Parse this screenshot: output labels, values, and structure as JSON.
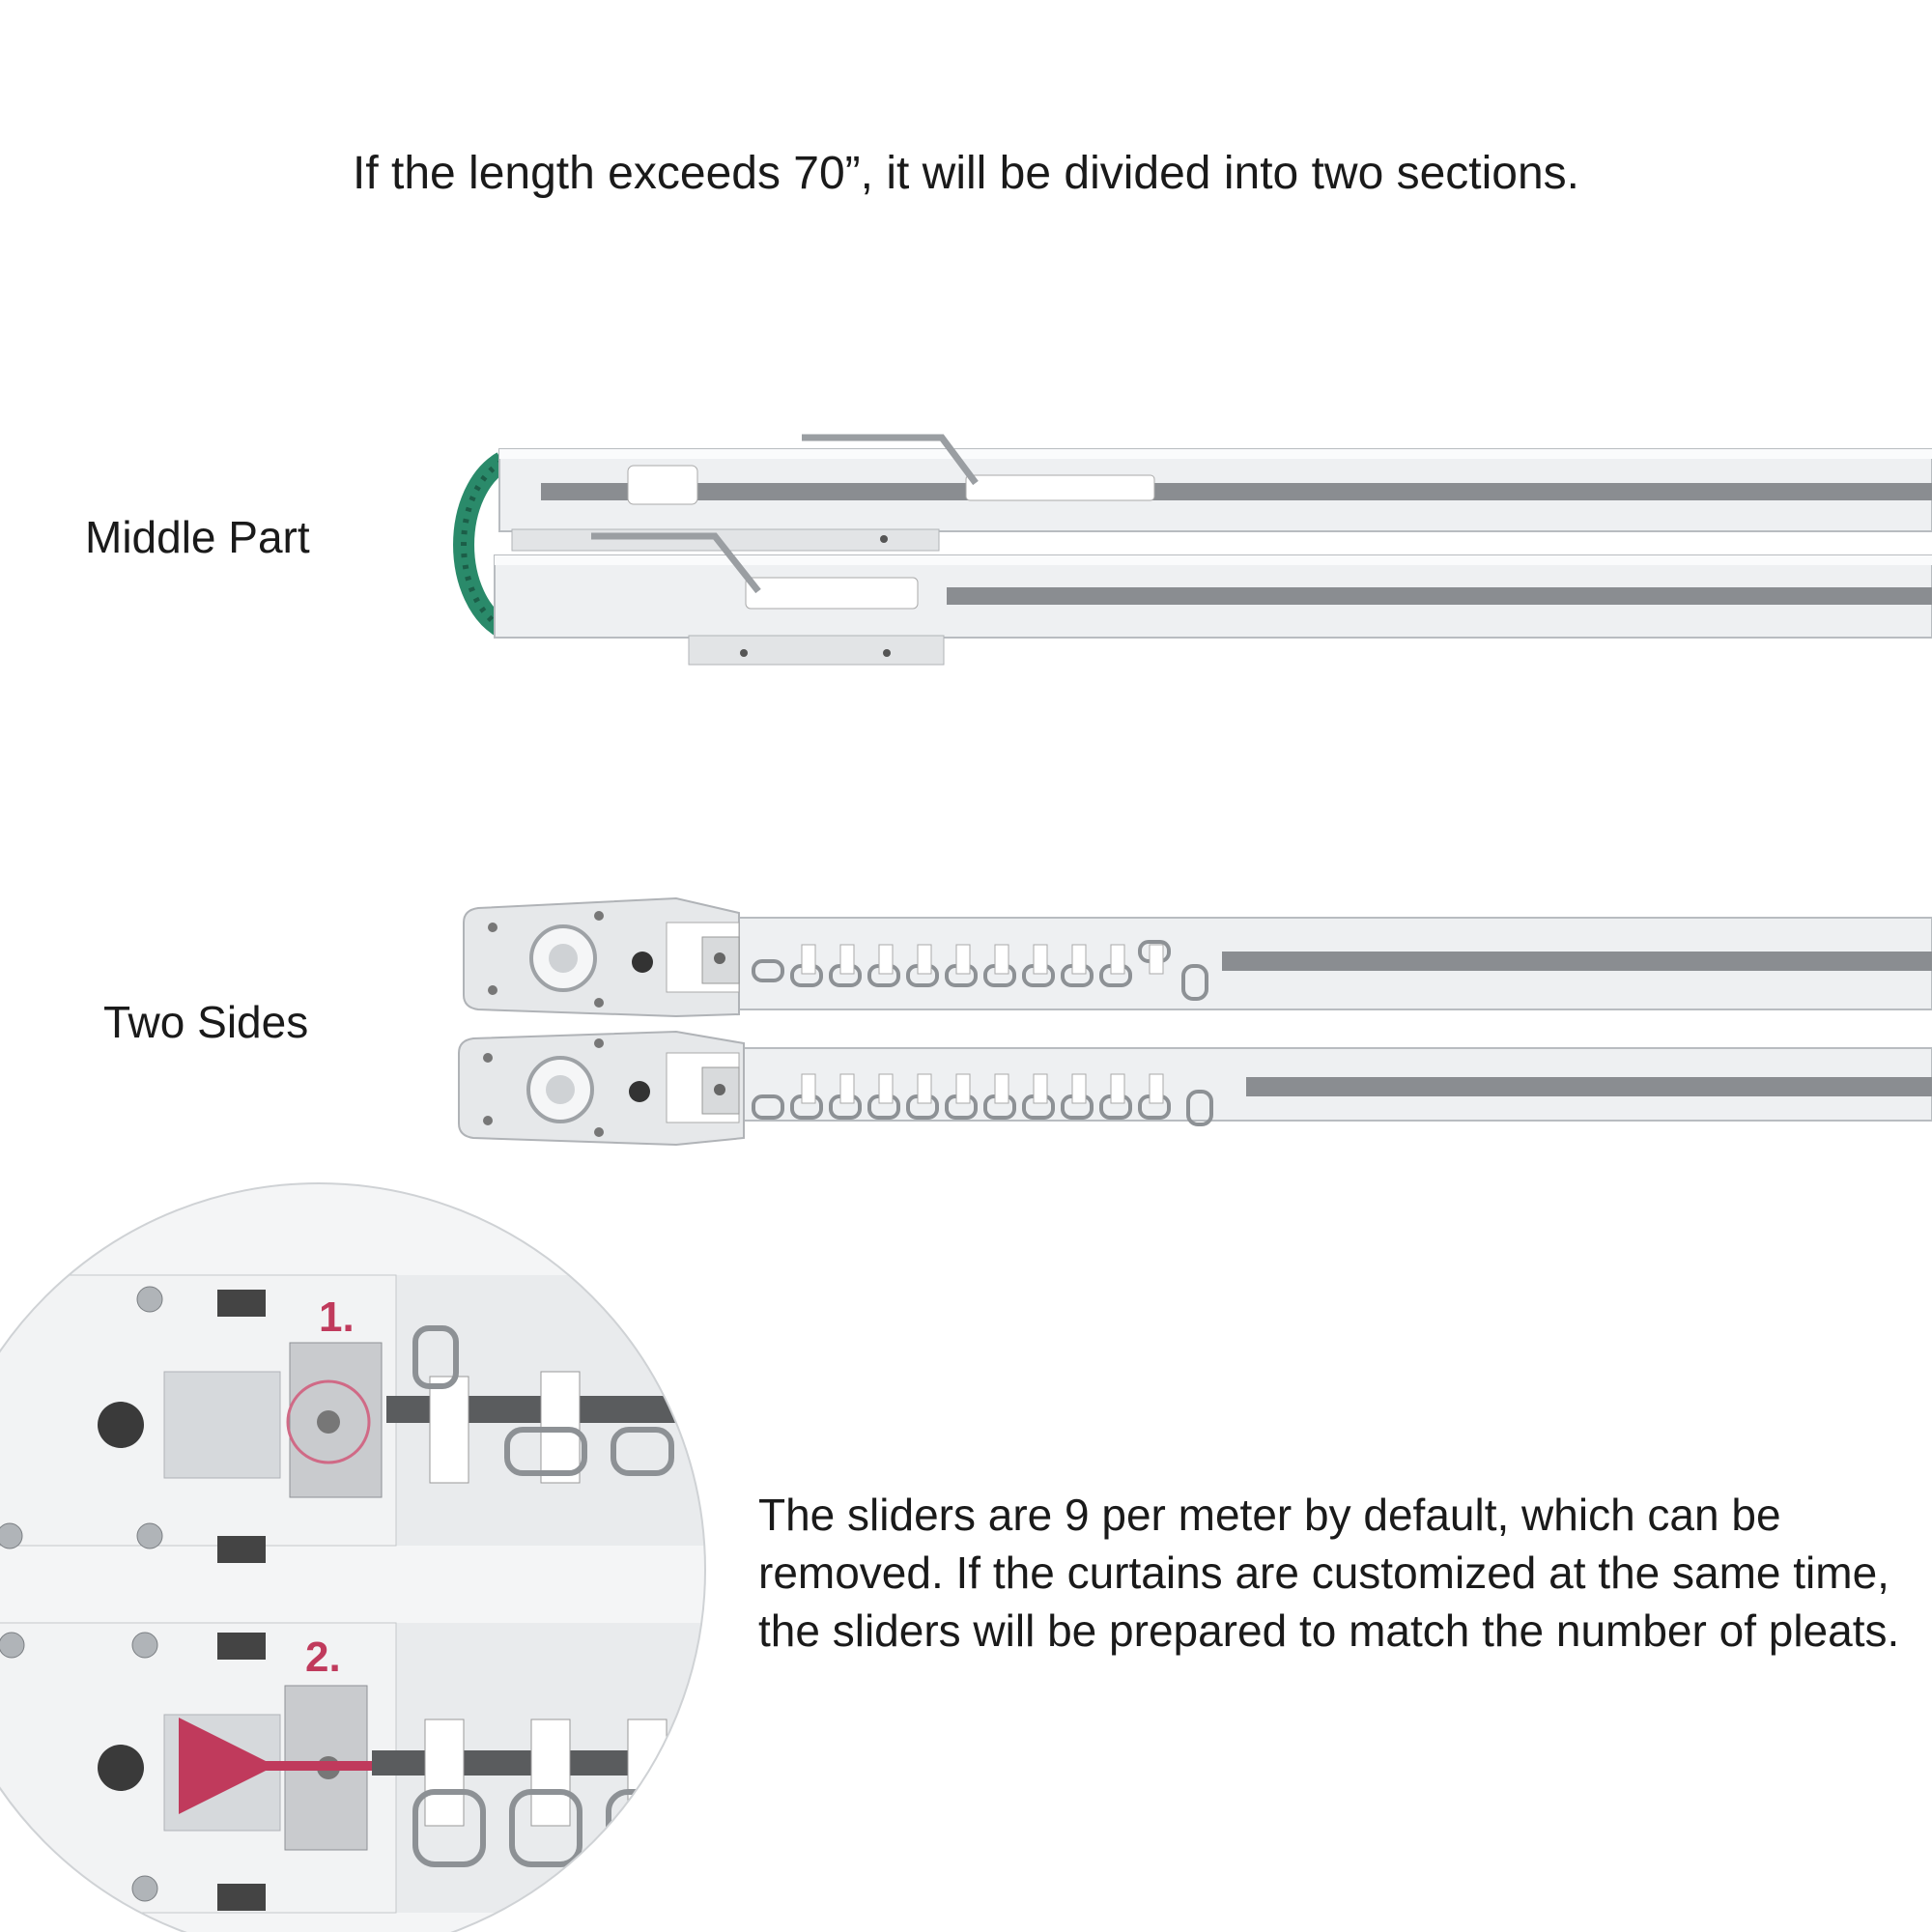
{
  "heading": "If the length exceeds 70”, it will be divided into two sections.",
  "labels": {
    "middle_part": "Middle Part",
    "two_sides": "Two Sides"
  },
  "zoom_callout": {
    "step_1": "1.",
    "step_2": "2."
  },
  "description": "The sliders are 9 per meter by default, which can be removed. If the curtains are customized at  the same time, the sliders will be prepared to match the number of pleats.",
  "colors": {
    "rail": "#eef0f2",
    "rail_groove": "#8a8d91",
    "gear": "#2a8a6a",
    "accent": "#c03a5c"
  }
}
